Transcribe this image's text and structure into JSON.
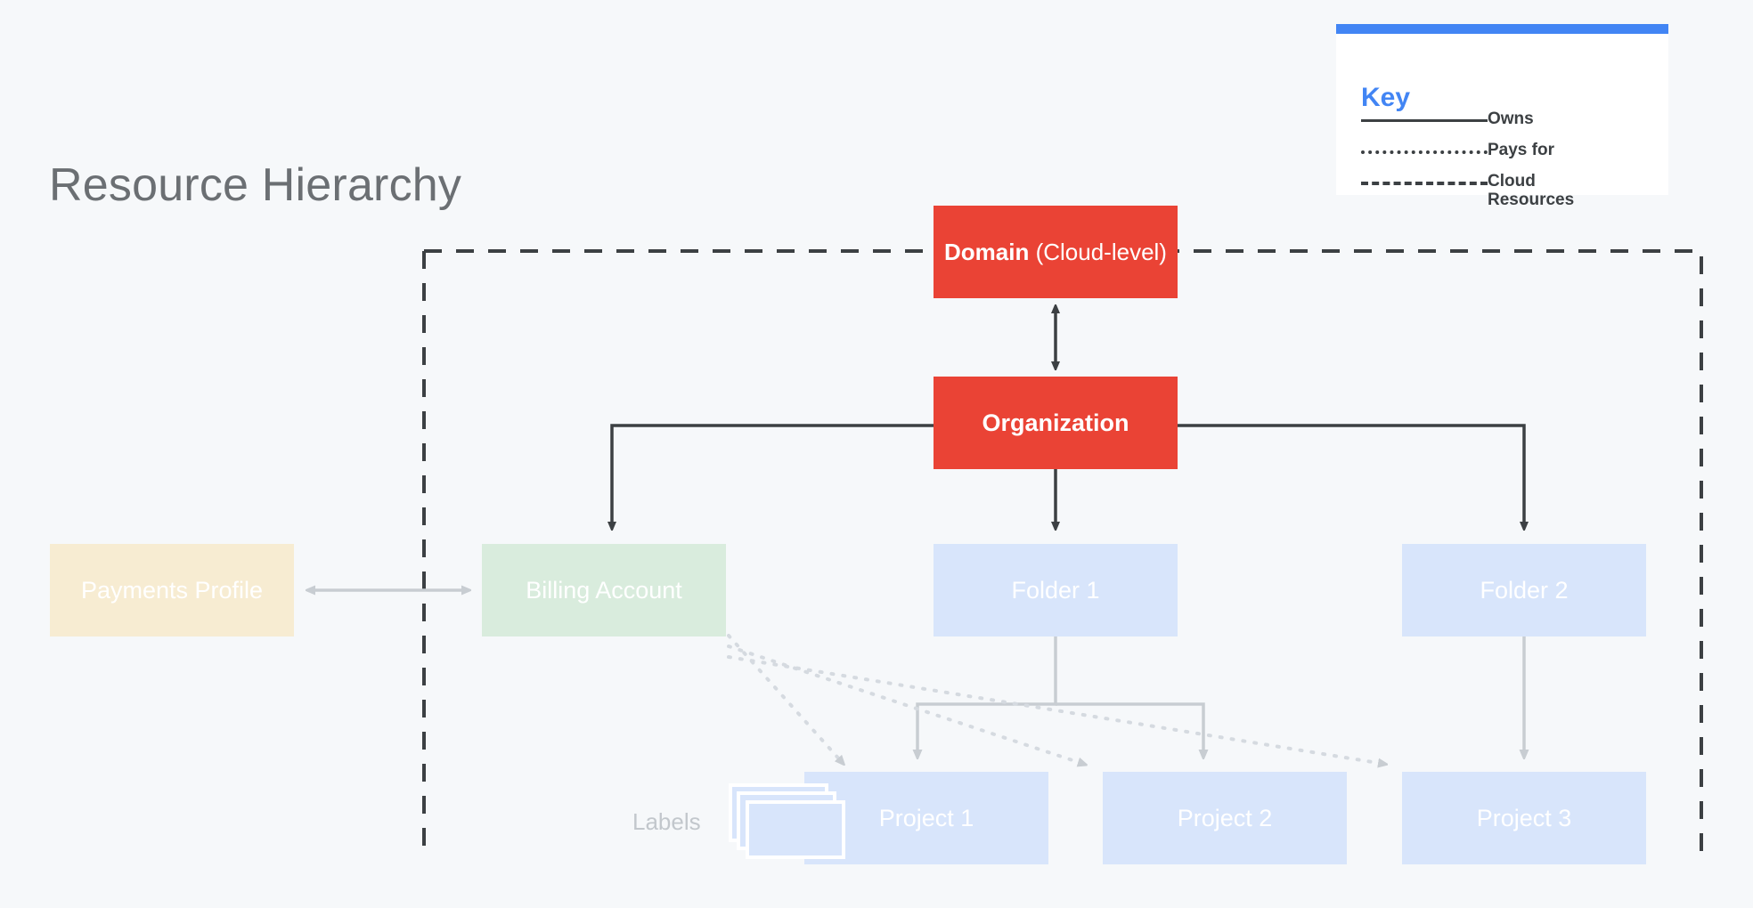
{
  "page": {
    "title": "Resource Hierarchy",
    "background_color": "#f6f8fa"
  },
  "colors": {
    "accent_blue": "#4285f4",
    "node_red": "#ea4335",
    "node_cream": "#f7ecd2",
    "node_green": "#d9ecdd",
    "node_blue": "#d8e5fb",
    "line_dark": "#3c4043",
    "line_light": "#c8cdd2",
    "title_gray": "#6b6f73",
    "labels_gray": "#c2c7cc"
  },
  "key": {
    "title": "Key",
    "entries": [
      {
        "style": "solid",
        "label": "Owns"
      },
      {
        "style": "dotted",
        "label": "Pays for"
      },
      {
        "style": "dashed",
        "label": "Cloud\nResources"
      }
    ],
    "entry_owns": "Owns",
    "entry_pays_for": "Pays for",
    "entry_cloud_resources_line1": "Cloud",
    "entry_cloud_resources_line2": "Resources"
  },
  "nodes": {
    "domain": {
      "label_bold": "Domain",
      "label_rest": " (Cloud-level)",
      "type": "red"
    },
    "organization": {
      "label": "Organization",
      "type": "red"
    },
    "payments_profile": {
      "label": "Payments Profile",
      "type": "cream"
    },
    "billing_account": {
      "label": "Billing Account",
      "type": "green"
    },
    "folder_1": {
      "label": "Folder 1",
      "type": "blue"
    },
    "folder_2": {
      "label": "Folder 2",
      "type": "blue"
    },
    "project_1": {
      "label": "Project 1",
      "type": "blue"
    },
    "project_2": {
      "label": "Project 2",
      "type": "blue"
    },
    "project_3": {
      "label": "Project 3",
      "type": "blue"
    },
    "labels": {
      "label": "Labels"
    }
  },
  "edges": [
    {
      "from": "domain",
      "to": "organization",
      "relation": "Owns",
      "style": "solid",
      "bidirectional": true
    },
    {
      "from": "organization",
      "to": "billing_account",
      "relation": "Owns",
      "style": "solid"
    },
    {
      "from": "organization",
      "to": "folder_1",
      "relation": "Owns",
      "style": "solid"
    },
    {
      "from": "organization",
      "to": "folder_2",
      "relation": "Owns",
      "style": "solid"
    },
    {
      "from": "payments_profile",
      "to": "billing_account",
      "relation": "Pays for",
      "style": "solid",
      "bidirectional": true
    },
    {
      "from": "folder_1",
      "to": "project_1",
      "relation": "Owns",
      "style": "solid"
    },
    {
      "from": "folder_1",
      "to": "project_2",
      "relation": "Owns",
      "style": "solid"
    },
    {
      "from": "folder_2",
      "to": "project_3",
      "relation": "Owns",
      "style": "solid"
    },
    {
      "from": "billing_account",
      "to": "project_1",
      "relation": "Pays for",
      "style": "dotted"
    },
    {
      "from": "billing_account",
      "to": "project_2",
      "relation": "Pays for",
      "style": "dotted"
    },
    {
      "from": "billing_account",
      "to": "project_3",
      "relation": "Pays for",
      "style": "dotted"
    }
  ],
  "boundary": {
    "relation": "Cloud Resources",
    "style": "dashed"
  }
}
